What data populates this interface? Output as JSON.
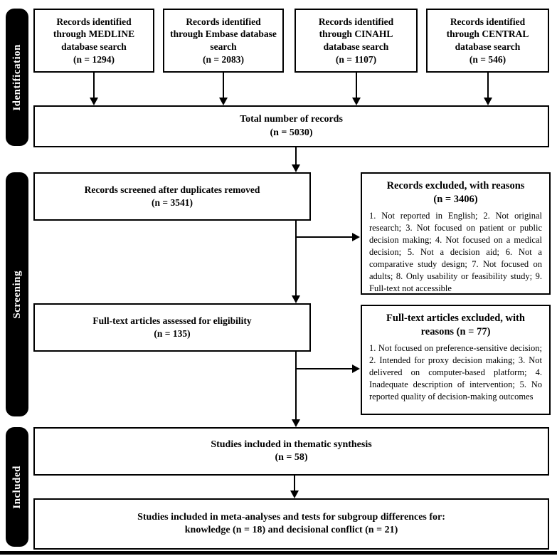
{
  "colors": {
    "background": "#ffffff",
    "box_border": "#000000",
    "stage_bar_bg": "#000000",
    "stage_bar_text": "#ffffff"
  },
  "sidebar": {
    "identification_label": "Identification",
    "screening_label": "Screening",
    "included_label": "Included"
  },
  "identification": {
    "sources": [
      {
        "title": "Records identified through MEDLINE database search",
        "count": "(n = 1294)"
      },
      {
        "title": "Records identified through Embase database search",
        "count": "(n = 2083)"
      },
      {
        "title": "Records identified through CINAHL database search",
        "count": "(n = 1107)"
      },
      {
        "title": "Records identified through CENTRAL database search",
        "count": "(n = 546)"
      }
    ],
    "total": {
      "title": "Total number of records",
      "count": "(n = 5030)"
    }
  },
  "screening": {
    "screened": {
      "title": "Records screened after duplicates removed",
      "count": "(n = 3541)"
    },
    "records_excluded": {
      "heading": "Records excluded, with reasons",
      "heading_count": "(n = 3406)",
      "reasons": "1. Not reported in English; 2. Not original research; 3. Not focused on patient or public decision making; 4. Not focused on a medical decision; 5. Not a decision aid; 6. Not a comparative study design; 7. Not focused on adults; 8. Only usability or feasibility study; 9. Full-text not accessible"
    },
    "fulltext_assessed": {
      "title": "Full-text articles assessed for eligibility",
      "count": "(n = 135)"
    },
    "fulltext_excluded": {
      "heading": "Full-text articles excluded, with reasons (n = 77)",
      "reasons": "1. Not focused on preference-sensitive decision; 2. Intended for proxy decision making; 3. Not delivered on computer-based platform; 4. Inadequate description of intervention; 5. No reported quality of decision-making outcomes"
    }
  },
  "included": {
    "thematic": {
      "title": "Studies included in thematic synthesis",
      "count": "(n = 58)"
    },
    "meta": {
      "line1": "Studies included in meta-analyses and tests for subgroup differences for:",
      "line2": "knowledge (n = 18) and decisional conflict (n = 21)"
    }
  }
}
